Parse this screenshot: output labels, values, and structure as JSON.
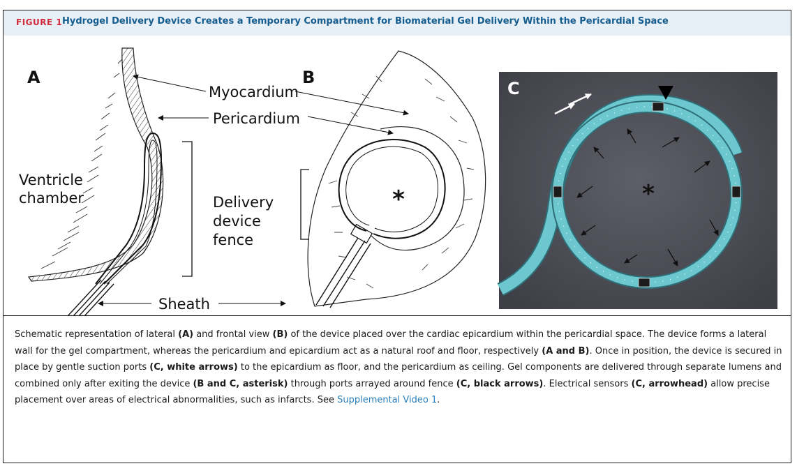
{
  "figure": {
    "label": "FIGURE 1",
    "title": "Hydrogel Delivery Device Creates a Temporary Compartment for Biomaterial Gel Delivery Within the Pericardial Space"
  },
  "panels": {
    "a": {
      "letter": "A",
      "labels": {
        "myocardium": "Myocardium",
        "pericardium": "Pericardium",
        "ventricle_1": "Ventricle",
        "ventricle_2": "chamber",
        "delivery_1": "Delivery",
        "delivery_2": "device",
        "delivery_3": "fence",
        "sheath": "Sheath"
      }
    },
    "b": {
      "letter": "B",
      "asterisk": "*"
    },
    "c": {
      "letter": "C",
      "asterisk": "*"
    }
  },
  "caption": {
    "t1": "Schematic representation of lateral ",
    "b1": "(A)",
    "t2": " and frontal view ",
    "b2": "(B)",
    "t3": " of the device placed over the cardiac epicardium within the pericardial space. The device forms a lateral wall for the gel compartment, whereas the pericardium and epicardium act as a natural roof and floor, respectively ",
    "b3": "(A and B)",
    "t4": ". Once in position, the device is secured in place by gentle suction ports ",
    "b4": "(C, white arrows)",
    "t5": " to the epicardium as floor, and the pericardium as ceiling. Gel components are delivered through separate lumens and combined only after exiting the device ",
    "b5": "(B and C, asterisk)",
    "t6": " through ports arrayed around fence ",
    "b6": "(C, black arrows)",
    "t7": ". Electrical sensors ",
    "b7": "(C, arrowhead)",
    "t8": " allow precise placement over areas of electrical abnormalities, such as infarcts. See ",
    "link": "Supplemental Video 1",
    "t9": "."
  },
  "colors": {
    "header_bg": "#e8f0f7",
    "label_red": "#d02a3c",
    "title_blue": "#155c8f",
    "link_blue": "#2a7fb8",
    "device_teal": "#6cc7cf",
    "photo_bg": "#4b4b55"
  }
}
